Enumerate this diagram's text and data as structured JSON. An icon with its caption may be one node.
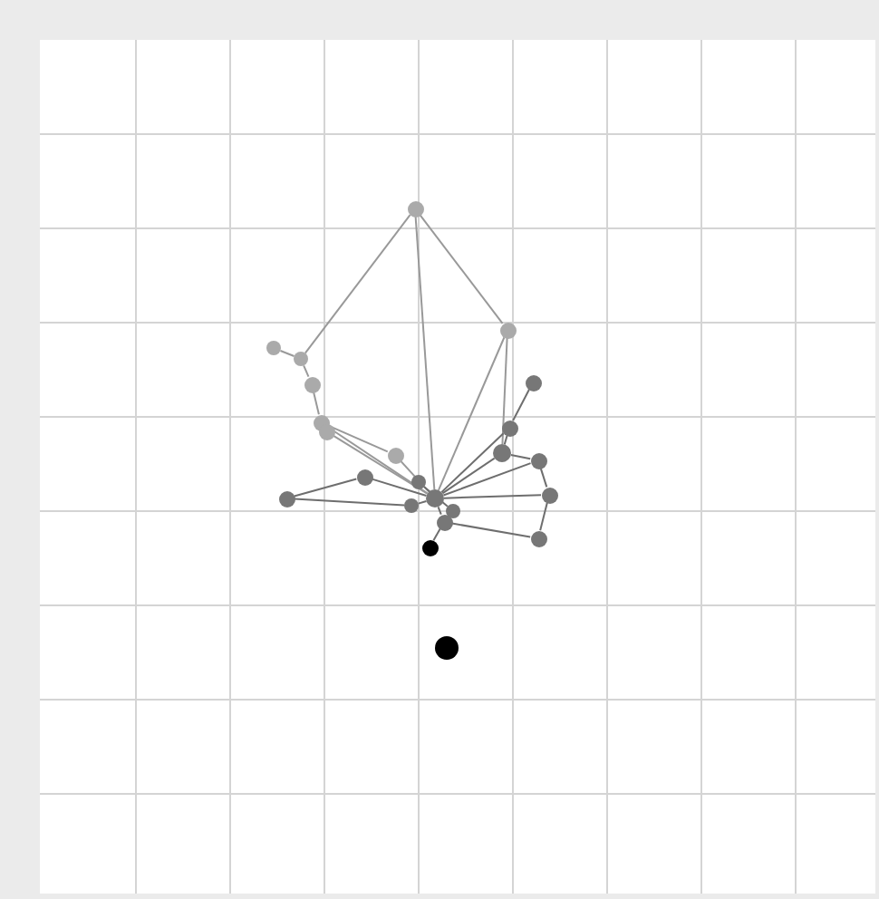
{
  "diagram": {
    "nodes": [
      {
        "text": [],
        "shape": "circle"
      },
      {
        "text": [],
        "shape": "circle"
      },
      {
        "text": [],
        "shape": "circle"
      },
      {
        "text": [],
        "shape": "circle"
      },
      {
        "text": [],
        "shape": "circle"
      },
      {
        "text": [],
        "shape": "circle"
      },
      {
        "text": [],
        "shape": "circle"
      },
      {
        "text": [],
        "shape": "circle"
      },
      {
        "text": [],
        "shape": "circle"
      },
      {
        "text": [],
        "shape": "circle"
      },
      {
        "text": [],
        "shape": "circle"
      },
      {
        "text": [],
        "shape": "circle"
      },
      {
        "text": [],
        "shape": "circle"
      },
      {
        "text": [],
        "shape": "circle"
      },
      {
        "text": [],
        "shape": "circle"
      },
      {
        "text": [],
        "shape": "circle"
      },
      {
        "text": [],
        "shape": "circle"
      },
      {
        "text": [],
        "shape": "circle"
      },
      {
        "text": [],
        "shape": "circle"
      },
      {
        "text": [],
        "shape": "circle"
      },
      {
        "text": [],
        "shape": "circle"
      },
      {
        "text": [],
        "shape": "circle"
      },
      {
        "text": [],
        "shape": "circle"
      }
    ],
    "edges": [
      {
        "from": 0,
        "to": 2,
        "arrow": "none"
      },
      {
        "from": 0,
        "to": 4,
        "arrow": "none"
      },
      {
        "from": 0,
        "to": 15,
        "arrow": "none"
      },
      {
        "from": 1,
        "to": 2,
        "arrow": "none"
      },
      {
        "from": 2,
        "to": 3,
        "arrow": "none"
      },
      {
        "from": 3,
        "to": 6,
        "arrow": "none"
      },
      {
        "from": 6,
        "to": 15,
        "arrow": "none"
      },
      {
        "from": 7,
        "to": 15,
        "arrow": "none"
      },
      {
        "from": 6,
        "to": 8,
        "arrow": "none"
      },
      {
        "from": 8,
        "to": 15,
        "arrow": "none"
      },
      {
        "from": 4,
        "to": 15,
        "arrow": "none"
      },
      {
        "from": 4,
        "to": 10,
        "arrow": "none"
      },
      {
        "from": 5,
        "to": 9,
        "arrow": "none"
      },
      {
        "from": 9,
        "to": 15,
        "arrow": "none"
      },
      {
        "from": 10,
        "to": 15,
        "arrow": "none"
      },
      {
        "from": 11,
        "to": 15,
        "arrow": "none"
      },
      {
        "from": 9,
        "to": 10,
        "arrow": "none"
      },
      {
        "from": 10,
        "to": 11,
        "arrow": "none"
      },
      {
        "from": 11,
        "to": 18,
        "arrow": "none"
      },
      {
        "from": 18,
        "to": 20,
        "arrow": "none"
      },
      {
        "from": 20,
        "to": 19,
        "arrow": "none"
      },
      {
        "from": 19,
        "to": 15,
        "arrow": "none"
      },
      {
        "from": 13,
        "to": 12,
        "arrow": "none"
      },
      {
        "from": 12,
        "to": 15,
        "arrow": "none"
      },
      {
        "from": 13,
        "to": 16,
        "arrow": "none"
      },
      {
        "from": 16,
        "to": 15,
        "arrow": "none"
      },
      {
        "from": 18,
        "to": 15,
        "arrow": "none"
      },
      {
        "from": 14,
        "to": 17,
        "arrow": "none"
      },
      {
        "from": 19,
        "to": 21,
        "arrow": "none"
      }
    ]
  }
}
